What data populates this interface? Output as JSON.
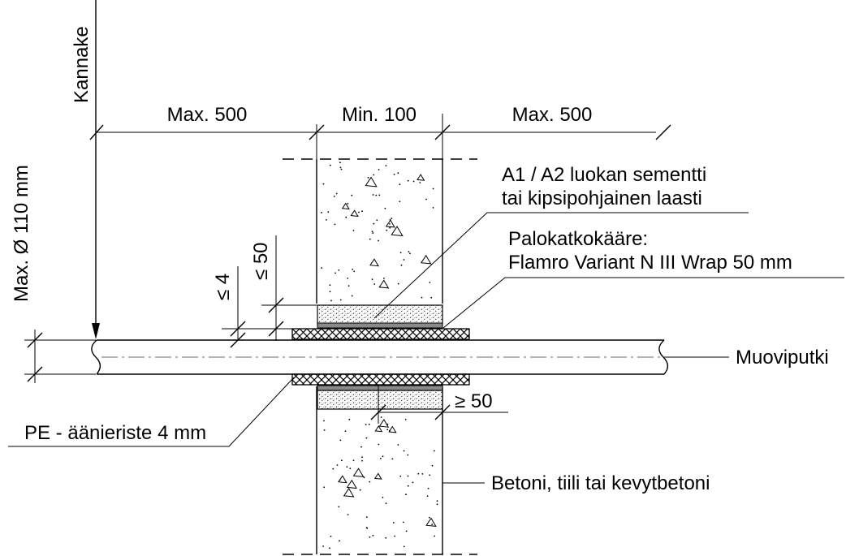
{
  "labels": {
    "kannake": "Kannake",
    "dim_left": "Max. 500",
    "dim_center": "Min. 100",
    "dim_right": "Max. 500",
    "pipe_diameter": "Max. Ø 110 mm",
    "gap_limit": "≤ 4",
    "mortar_depth": "≤ 50",
    "mortar_line1": "A1 / A2 luokan sementti",
    "mortar_line2": "tai kipsipohjainen laasti",
    "wrap_line1": "Palokatkokääre:",
    "wrap_line2": "Flamro Variant N III Wrap 50 mm",
    "pipe": "Muoviputki",
    "insulation": "PE - äänieriste 4 mm",
    "wrap_overhang": "≥ 50",
    "wall": "Betoni, tiili tai kevytbetoni"
  },
  "colors": {
    "line": "#000000",
    "axis": "#666666",
    "background": "#ffffff"
  }
}
